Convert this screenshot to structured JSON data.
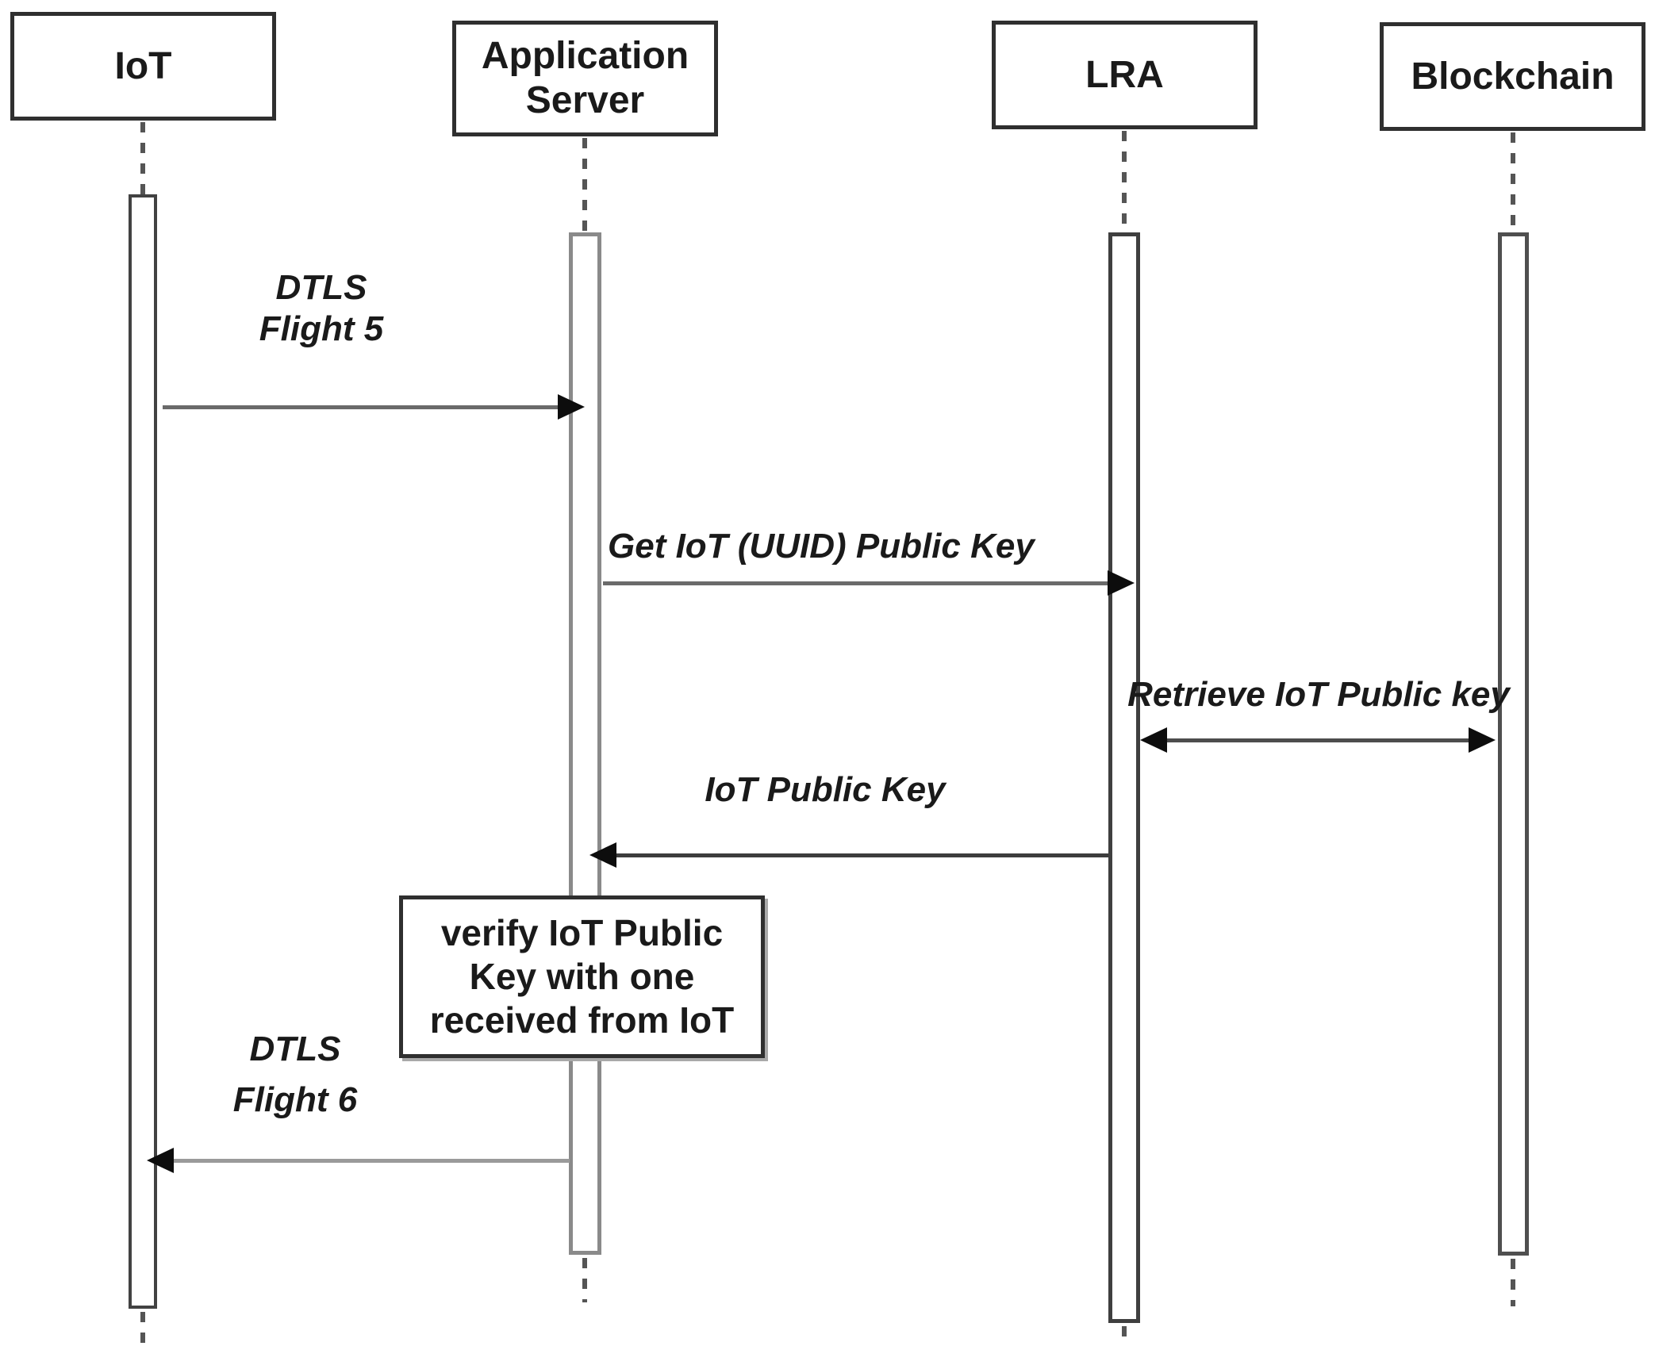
{
  "diagram": {
    "type": "uml-sequence",
    "participants": [
      {
        "id": "iot",
        "label": "IoT"
      },
      {
        "id": "application-server",
        "label": "Application Server"
      },
      {
        "id": "lra",
        "label": "LRA"
      },
      {
        "id": "blockchain",
        "label": "Blockchain"
      }
    ],
    "messages": [
      {
        "from": "IoT",
        "to": "Application Server",
        "direction": "right",
        "label": "DTLS Flight 5",
        "label_lines": [
          "DTLS",
          "Flight 5"
        ]
      },
      {
        "from": "Application Server",
        "to": "LRA",
        "direction": "right",
        "label": "Get IoT (UUID) Public Key"
      },
      {
        "from": "LRA",
        "to": "Blockchain",
        "direction": "both",
        "label": "Retrieve IoT Public key"
      },
      {
        "from": "LRA",
        "to": "Application Server",
        "direction": "left",
        "label": "IoT Public Key"
      },
      {
        "from": "Application Server",
        "to": "IoT",
        "direction": "left",
        "label": "DTLS Flight 6",
        "label_lines": [
          "DTLS",
          "Flight 6"
        ]
      }
    ],
    "note": {
      "attached_to": "Application Server",
      "text": "verify IoT Public Key with one received from IoT",
      "lines": [
        "verify IoT Public",
        "Key with one",
        "received from IoT"
      ]
    },
    "colors": {
      "background": "#ffffff",
      "box_border": "#2f2f2f",
      "text": "#1a1a1a",
      "lifeline": "#555555",
      "activation_border_dark": "#424242",
      "activation_border_light": "#8a8a8a",
      "message_line": "#6a6a6a",
      "message_line_light": "#9a9a9a",
      "message_line_dark": "#3d3d3d",
      "arrowhead": "#0d0d0d"
    }
  }
}
